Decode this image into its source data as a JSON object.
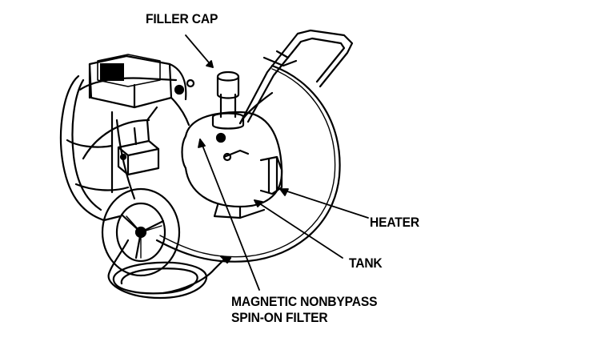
{
  "labels": {
    "filler_cap": "FILLER CAP",
    "heater": "HEATER",
    "tank": "TANK",
    "filter_line1": "MAGNETIC NONBYPASS",
    "filter_line2": "SPIN-ON FILTER"
  },
  "colors": {
    "ink": "#000000",
    "paper": "#ffffff"
  }
}
